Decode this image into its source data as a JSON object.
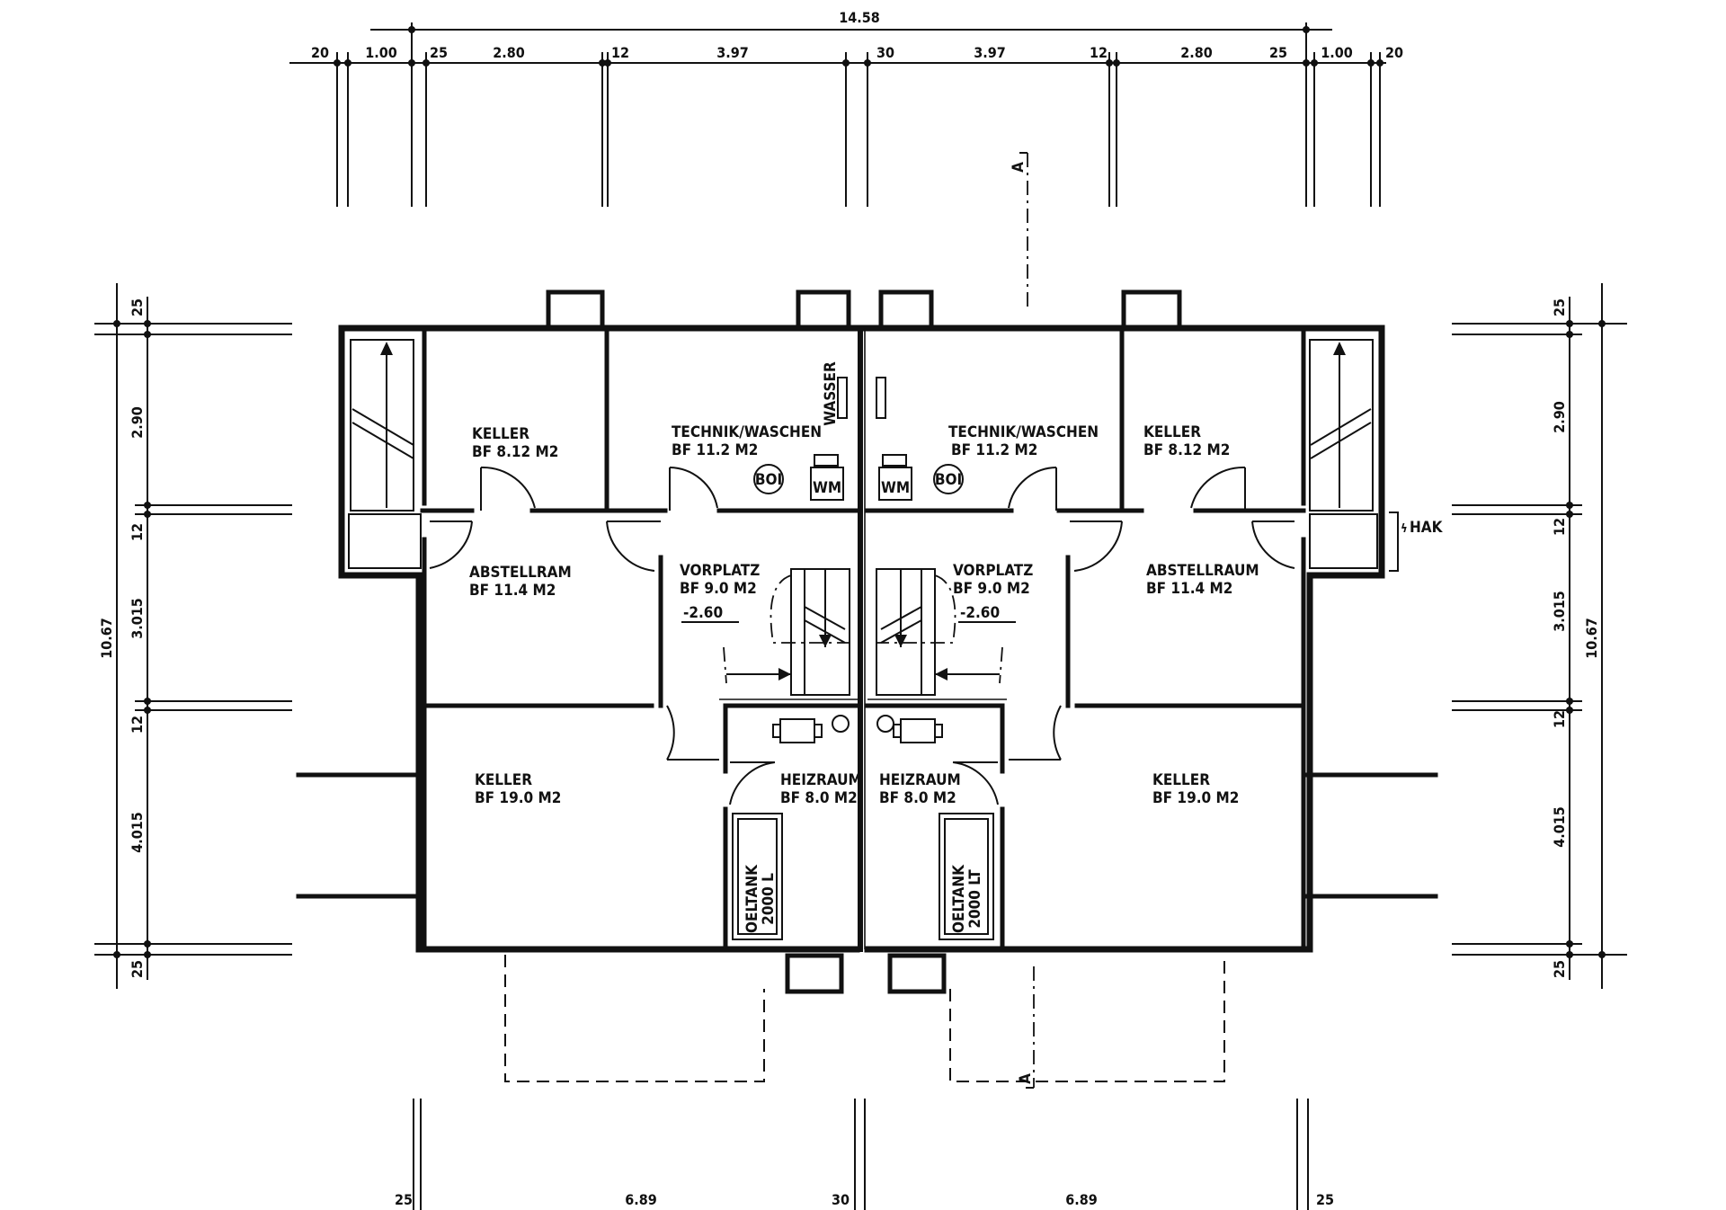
{
  "dimensions": {
    "top_overall": "14.58",
    "top_segments": [
      "20",
      "1.00",
      "25",
      "2.80",
      "12",
      "3.97",
      "30",
      "3.97",
      "12",
      "2.80",
      "25",
      "1.00",
      "20"
    ],
    "bottom_segments": [
      "25",
      "6.89",
      "30",
      "6.89",
      "25"
    ],
    "side_overall": "10.67",
    "side_segments": [
      "25",
      "2.90",
      "12",
      "3.015",
      "12",
      "4.015",
      "25"
    ]
  },
  "section_marker": "A",
  "rooms_left": {
    "keller_small": {
      "name": "KELLER",
      "area": "BF 8.12 M2"
    },
    "technik": {
      "name": "TECHNIK/WASCHEN",
      "area": "BF 11.2 M2"
    },
    "abstellraum": {
      "name": "ABSTELLRAM",
      "area": "BF 11.4 M2"
    },
    "vorplatz": {
      "name": "VORPLATZ",
      "area": "BF 9.0 M2",
      "level": "-2.60"
    },
    "keller_large": {
      "name": "KELLER",
      "area": "BF 19.0 M2"
    },
    "heizraum": {
      "name": "HEIZRAUM",
      "area": "BF 8.0 M2"
    },
    "oeltank": {
      "line1": "OELTANK",
      "line2": "2000 L"
    }
  },
  "rooms_right": {
    "keller_small": {
      "name": "KELLER",
      "area": "BF 8.12 M2"
    },
    "technik": {
      "name": "TECHNIK/WASCHEN",
      "area": "BF 11.2 M2"
    },
    "abstellraum": {
      "name": "ABSTELLRAUM",
      "area": "BF 11.4 M2"
    },
    "vorplatz": {
      "name": "VORPLATZ",
      "area": "BF 9.0 M2",
      "level": "-2.60"
    },
    "keller_large": {
      "name": "KELLER",
      "area": "BF 19.0 M2"
    },
    "heizraum": {
      "name": "HEIZRAUM",
      "area": "BF 8.0 M2"
    },
    "oeltank": {
      "line1": "OELTANK",
      "line2": "2000 LT"
    }
  },
  "fixtures": {
    "boiler": "BOI",
    "washing_machine": "WM",
    "water": "WASSER",
    "hak": "HAK"
  }
}
